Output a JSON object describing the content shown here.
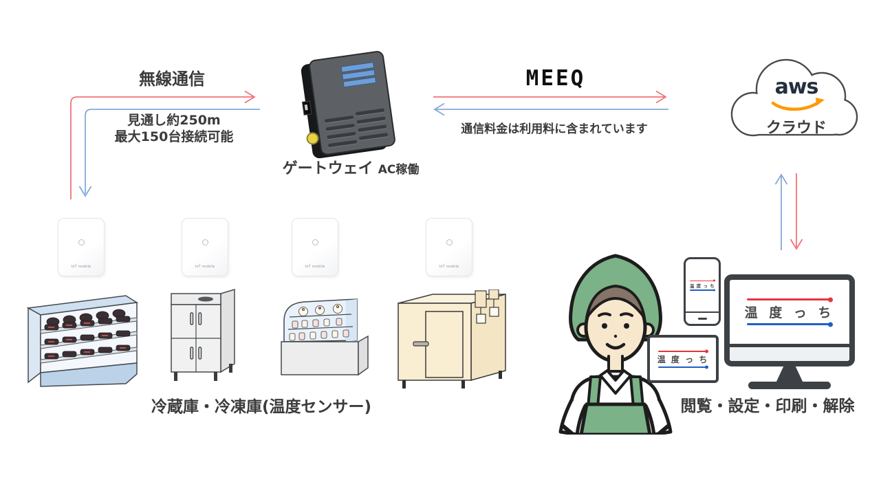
{
  "diagram": {
    "wireless": {
      "title": "無線通信",
      "note_line1": "見通し約250m",
      "note_line2": "最大150台接続可能"
    },
    "gateway": {
      "label": "ゲートウェイ",
      "sublabel": "AC稼働"
    },
    "meeq": {
      "logo": "MEEQ",
      "note": "通信料金は利用料に含まれています"
    },
    "cloud": {
      "logo": "aws",
      "label": "クラウド"
    },
    "sensors": {
      "brand": "IoT mobile",
      "count": 4
    },
    "fridges": {
      "caption": "冷蔵庫・冷凍庫(温度センサー)"
    },
    "user": {
      "caption": "閲覧・設定・印刷・解除",
      "app_name": "温 度 っ ち"
    },
    "colors": {
      "arrow_red": "#f0737a",
      "arrow_blue": "#84a9d6",
      "app_red": "#e5353d",
      "app_blue": "#1f5fc2",
      "aws_orange": "#ff9900",
      "aws_navy": "#232f3e",
      "text_dark": "#3b3b3b",
      "apron_green": "#7cb287",
      "skin": "#f6e7cd",
      "hair_brown": "#857467"
    }
  }
}
